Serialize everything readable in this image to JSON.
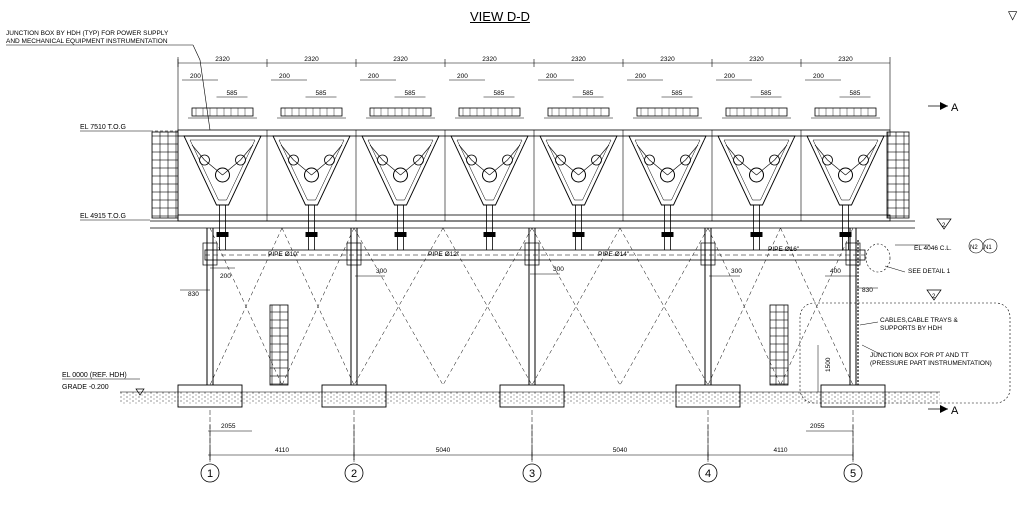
{
  "title": "VIEW D-D",
  "revision_mark": "2",
  "notes": {
    "junction_box_line1": "JUNCTION BOX BY HDH (TYP) FOR POWER SUPPLY",
    "junction_box_line2": "AND MECHANICAL EQUIPMENT INSTRUMENTATION",
    "cables_line1": "CABLES,CABLE TRAYS &",
    "cables_line2": "SUPPORTS BY HDH",
    "jb_pt_line1": "JUNCTION BOX FOR PT AND TT",
    "jb_pt_line2": "(PRESSURE PART INSTRUMENTATION)",
    "see_detail": "SEE DETAIL 1"
  },
  "elevations": {
    "top": "EL 7510 T.O.G",
    "mid": "EL 4915 T.O.G",
    "pipe_cl": "EL 4046  C.L.",
    "ground": "EL 0000 (REF. HDH)",
    "grade": "GRADE -0.200"
  },
  "nozzles": [
    "N2",
    "N1"
  ],
  "section_marker": "A",
  "pipes": [
    "PIPE Ø10\"",
    "PIPE Ø12\"",
    "PIPE Ø14\"",
    "PIPE Ø16\""
  ],
  "dimensions": {
    "bay_width": "2320",
    "offset_200": "200",
    "offset_585": "585",
    "d200": "200",
    "d830": "830",
    "d300": "300",
    "d400": "400",
    "d1500": "1500",
    "d2055": "2055",
    "spans": [
      "4110",
      "5040",
      "5040",
      "4110"
    ]
  },
  "grid_lines": [
    "1",
    "2",
    "3",
    "4",
    "5"
  ],
  "rev_marks": [
    "2",
    "2"
  ]
}
